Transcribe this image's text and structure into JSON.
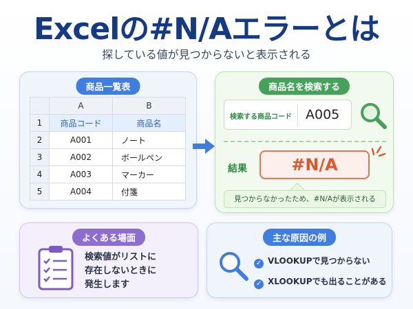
{
  "title": "Excelの#N/Aエラーとは",
  "subtitle": "探している値が見つからないと表示される",
  "table_card": {
    "label": "商品一覧表",
    "col_a": "A",
    "col_b": "B",
    "rows": [
      {
        "num": "1",
        "a": "商品コード",
        "b": "商品名"
      },
      {
        "num": "2",
        "a": "A001",
        "b": "ノート"
      },
      {
        "num": "3",
        "a": "A002",
        "b": "ボールペン"
      },
      {
        "num": "4",
        "a": "A003",
        "b": "マーカー"
      },
      {
        "num": "5",
        "a": "A004",
        "b": "付箋"
      }
    ]
  },
  "search_card": {
    "label": "商品名を検索する",
    "field_label": "検索する商品コード",
    "field_value": "A005",
    "result_label": "結果",
    "result_value": "#N/A",
    "note": "見つからなかったため、#N/Aが表示される"
  },
  "scenes_card": {
    "label": "よくある場面",
    "lines": [
      "検索値がリストに",
      "存在しないときに",
      "発生します"
    ]
  },
  "causes_card": {
    "label": "主な原因の例",
    "items": [
      "VLOOKUPで見つからない",
      "XLOOKUPでも出ることがある"
    ]
  },
  "icons": {
    "magnifier": "magnifier-icon",
    "clipboard": "clipboard-checklist-icon",
    "check": "check-circle-icon",
    "arrow": "arrow-right-icon"
  },
  "colors": {
    "title": "#143a86",
    "blue": "#3f7ee0",
    "green": "#46a25a",
    "purple": "#8e6dd0",
    "error": "#e0552b"
  }
}
